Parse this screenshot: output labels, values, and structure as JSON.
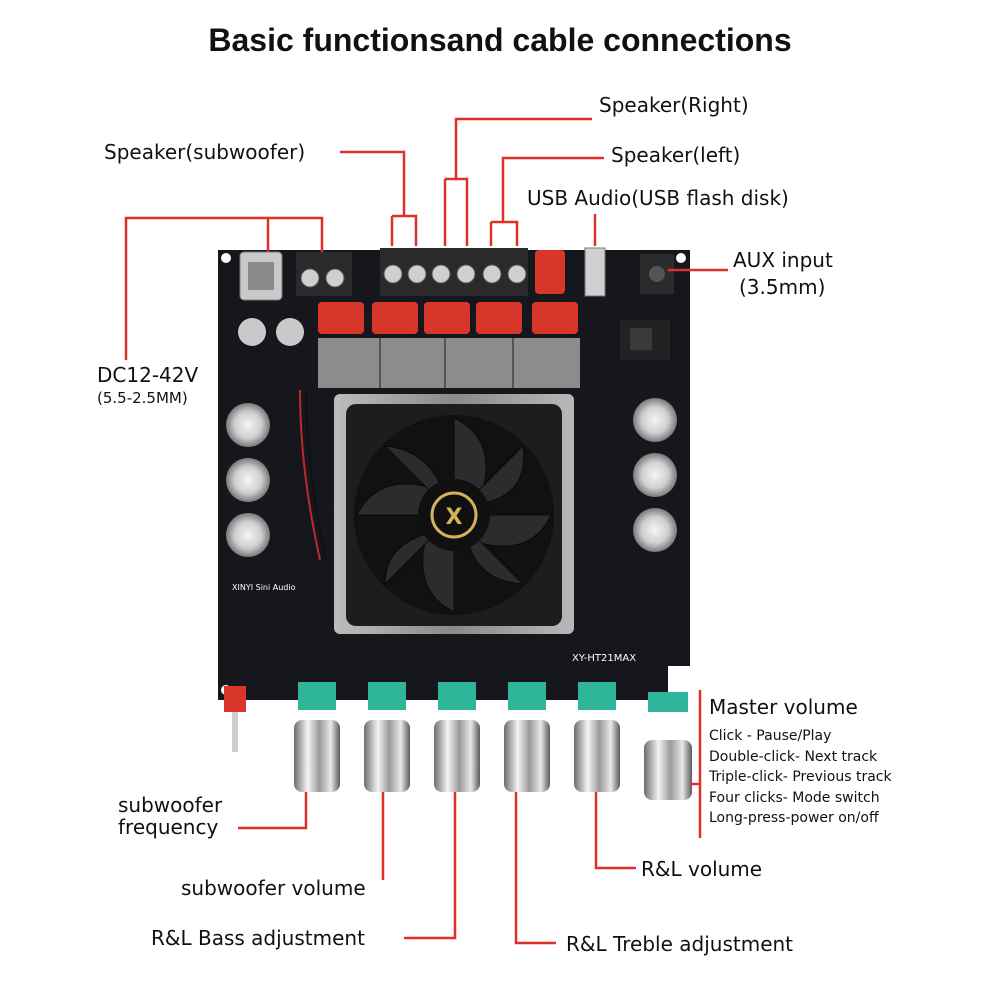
{
  "title": "Basic functionsand cable connections",
  "labels": {
    "speaker_right": "Speaker(Right)",
    "speaker_subwoofer": "Speaker(subwoofer)",
    "speaker_left": "Speaker(left)",
    "usb_audio": "USB Audio(USB flash disk)",
    "aux_input": "AUX input",
    "aux_size": "(3.5mm)",
    "dc_power": "DC12-42V",
    "dc_size": "(5.5-2.5MM)",
    "master_volume": "Master volume",
    "subwoofer_frequency_1": "subwoofer",
    "subwoofer_frequency_2": "frequency",
    "subwoofer_volume": "subwoofer volume",
    "rl_bass": "R&L Bass adjustment",
    "rl_treble": "R&L Treble adjustment",
    "rl_volume": "R&L volume"
  },
  "master_volume_functions": [
    "Click - Pause/Play",
    "Double-click- Next track",
    "Triple-click- Previous track",
    "Four clicks- Mode switch",
    "Long-press-power on/off"
  ],
  "board": {
    "model": "XY-HT21MAX",
    "brand": "XINYI Sini Audio"
  },
  "colors": {
    "leader_line": "#e0302a",
    "board": "#15171c",
    "heatsink": "#9a9a9a",
    "capacitor_red": "#d9362b",
    "pot_teal": "#2fb59a",
    "text": "#111111"
  }
}
